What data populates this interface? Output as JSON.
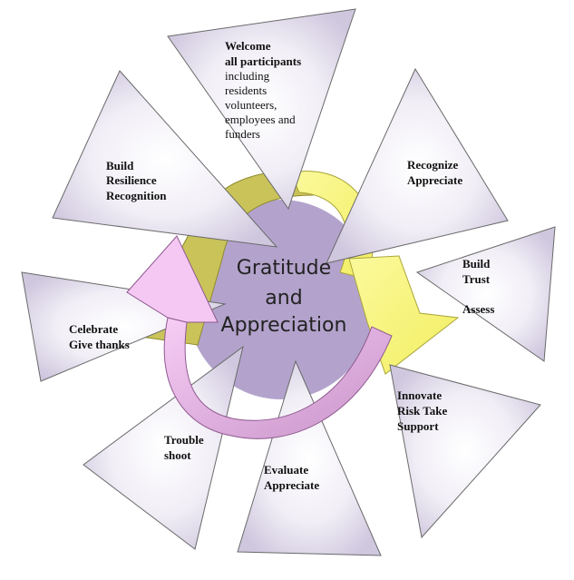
{
  "center": {
    "line1": "Gratitude",
    "line2": "and",
    "line3": "Appreciation"
  },
  "stages": [
    {
      "id": "welcome",
      "bold_lines": [
        "Welcome",
        "all participants"
      ],
      "lines": [
        "including",
        "residents",
        "volunteers,",
        "employees and",
        "funders"
      ]
    },
    {
      "id": "recognize",
      "bold_lines": [
        "Recognize",
        "Appreciate"
      ],
      "lines": []
    },
    {
      "id": "build-trust",
      "bold_lines": [
        "Build",
        "Trust",
        "Assess"
      ],
      "lines": []
    },
    {
      "id": "innovate",
      "bold_lines": [
        "Innovate",
        "Risk Take",
        "Support"
      ],
      "lines": []
    },
    {
      "id": "evaluate",
      "bold_lines": [
        "Evaluate",
        "Appreciate"
      ],
      "lines": []
    },
    {
      "id": "trouble-shoot",
      "bold_lines": [
        "Trouble",
        "shoot"
      ],
      "lines": []
    },
    {
      "id": "celebrate",
      "bold_lines": [
        "Celebrate",
        "Give thanks"
      ],
      "lines": []
    },
    {
      "id": "build-resilience",
      "bold_lines": [
        "Build",
        "Resilience",
        "Recognition"
      ],
      "lines": []
    }
  ],
  "colors": {
    "center_fill": "#b3a3cc",
    "triangle_edge": "#d6d0e4",
    "triangle_mid": "#f4f2f8",
    "arrow_olive": "#c9c35a",
    "arrow_yellow": "#f7f581",
    "arrow_pink_light": "#f5c8f3",
    "arrow_pink_dark": "#c792c6"
  }
}
